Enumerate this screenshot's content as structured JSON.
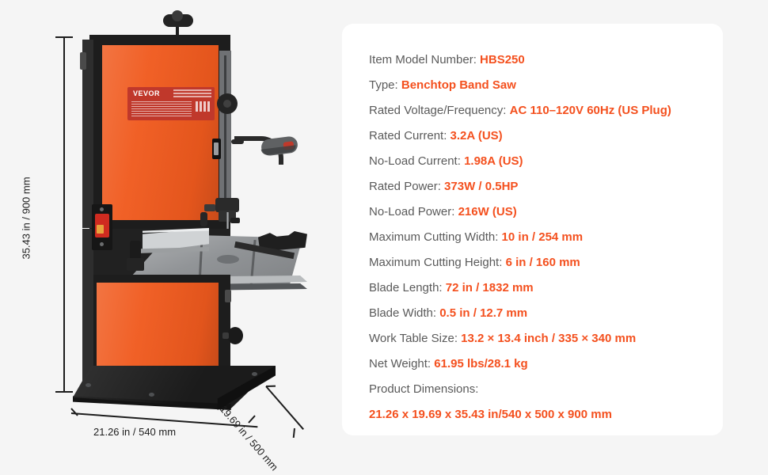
{
  "background_color": "#f5f5f5",
  "card": {
    "background_color": "#ffffff"
  },
  "theme": {
    "accent_color": "#f4501e",
    "label_color": "#5a5a5a",
    "body_orange": "#f05a1e",
    "frame_black": "#1d1d1d",
    "table_grey": "#8d9093",
    "fence_silver": "#c9ccce"
  },
  "specs": [
    {
      "label": "Item Model Number:",
      "value": "HBS250"
    },
    {
      "label": "Type:",
      "value": "Benchtop Band Saw"
    },
    {
      "label": "Rated Voltage/Frequency:",
      "value": "AC 110–120V 60Hz (US Plug)"
    },
    {
      "label": "Rated Current:",
      "value": "3.2A (US)"
    },
    {
      "label": "No-Load Current:",
      "value": "1.98A (US)"
    },
    {
      "label": "Rated Power:",
      "value": "373W / 0.5HP"
    },
    {
      "label": "No-Load Power:",
      "value": "216W (US)"
    },
    {
      "label": "Maximum Cutting Width:",
      "value": "10 in / 254 mm"
    },
    {
      "label": "Maximum Cutting Height:",
      "value": "6 in / 160 mm"
    },
    {
      "label": "Blade Length:",
      "value": "72 in / 1832 mm"
    },
    {
      "label": "Blade Width:",
      "value": "0.5 in / 12.7 mm"
    },
    {
      "label": "Work Table Size:",
      "value": "13.2 × 13.4 inch / 335 × 340 mm"
    },
    {
      "label": "Net Weight:",
      "value": "61.95 lbs/28.1 kg"
    },
    {
      "label": "Product Dimensions:",
      "value": ""
    }
  ],
  "dimensions_value_line": "21.26 x 19.69 x 35.43 in/540 x 500 x 900 mm",
  "dimension_callouts": {
    "height": "35.43 in / 900 mm",
    "width": "21.26 in / 540 mm",
    "depth": "19.69 in / 500 mm"
  },
  "product": {
    "brand": "VEVOR",
    "nameplate_brand": "VEVOR"
  }
}
